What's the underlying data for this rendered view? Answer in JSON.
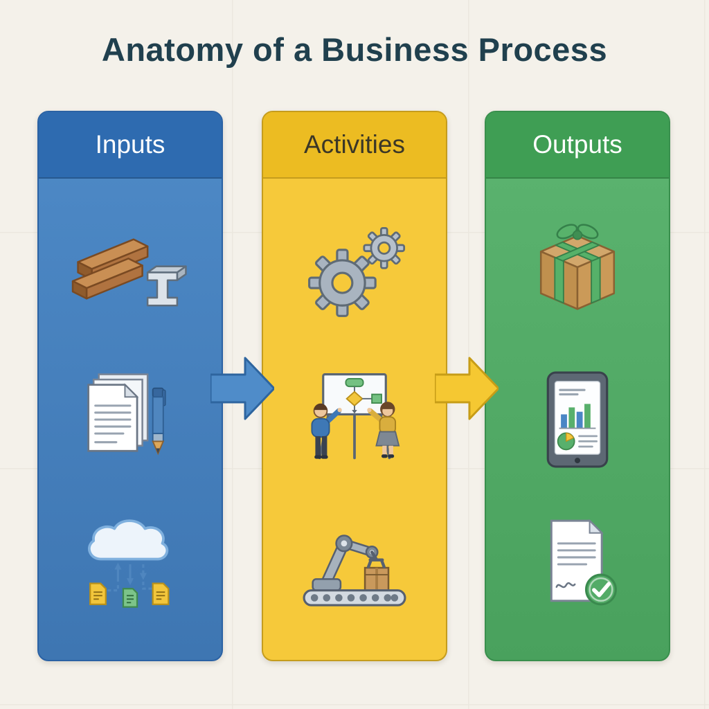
{
  "title": "Anatomy of a Business Process",
  "columns": [
    {
      "id": "inputs",
      "label": "Inputs",
      "icons": [
        "raw-materials-icon",
        "documents-icon",
        "cloud-data-icon"
      ]
    },
    {
      "id": "activities",
      "label": "Activities",
      "icons": [
        "gears-icon",
        "team-whiteboard-icon",
        "robotic-arm-icon"
      ]
    },
    {
      "id": "outputs",
      "label": "Outputs",
      "icons": [
        "package-icon",
        "analytics-tablet-icon",
        "approved-document-icon"
      ]
    }
  ],
  "arrows": [
    {
      "name": "inputs-to-activities",
      "color": "#4f8cc9"
    },
    {
      "name": "activities-to-outputs",
      "color": "#f5c832"
    }
  ],
  "colors": {
    "background": "#f4f1ea",
    "title_text": "#20404e",
    "inputs_header": "#2e6bb0",
    "inputs_body": "#4e8ac7",
    "activities_header": "#ecbc22",
    "activities_body": "#f6c93a",
    "outputs_header": "#3f9e54",
    "outputs_body": "#5cb470",
    "arrow_blue": "#4f8cc9",
    "arrow_yellow": "#f5c832"
  }
}
